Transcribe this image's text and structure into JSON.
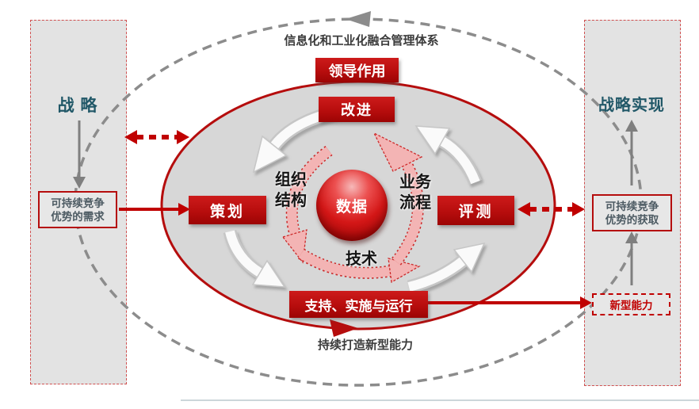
{
  "diagram": {
    "top_arc_label": "信息化和工业化融合管理体系",
    "bottom_arc_label": "持续打造新型能力"
  },
  "left_panel": {
    "title": "战 略",
    "need_box": {
      "line1": "可持续竞争",
      "line2": "优势的需求"
    }
  },
  "right_panel": {
    "title": "战略实现",
    "gain_box": {
      "line1": "可持续竞争",
      "line2": "优势的获取"
    },
    "capability_box_label": "新型能力"
  },
  "cycle_boxes": {
    "leadership": "领导作用",
    "improvement": "改进",
    "planning": "策划",
    "evaluation": "评测",
    "support": "支持、实施与运行"
  },
  "core": {
    "center_label": "数据",
    "org_structure": {
      "line1": "组织",
      "line2": "结构"
    },
    "business_process": {
      "line1": "业务",
      "line2": "流程"
    },
    "technology": "技术"
  },
  "colors": {
    "accent_red": "#c00000",
    "dark_teal": "#215868",
    "panel_gray": "#e3e3e3",
    "inner_ellipse_gray": "#d7d7d7",
    "arrow_gray": "#7f7f7f",
    "dashed_cycle_gray": "#8c8c8c",
    "pink_arrow": "#f3b4b4"
  }
}
